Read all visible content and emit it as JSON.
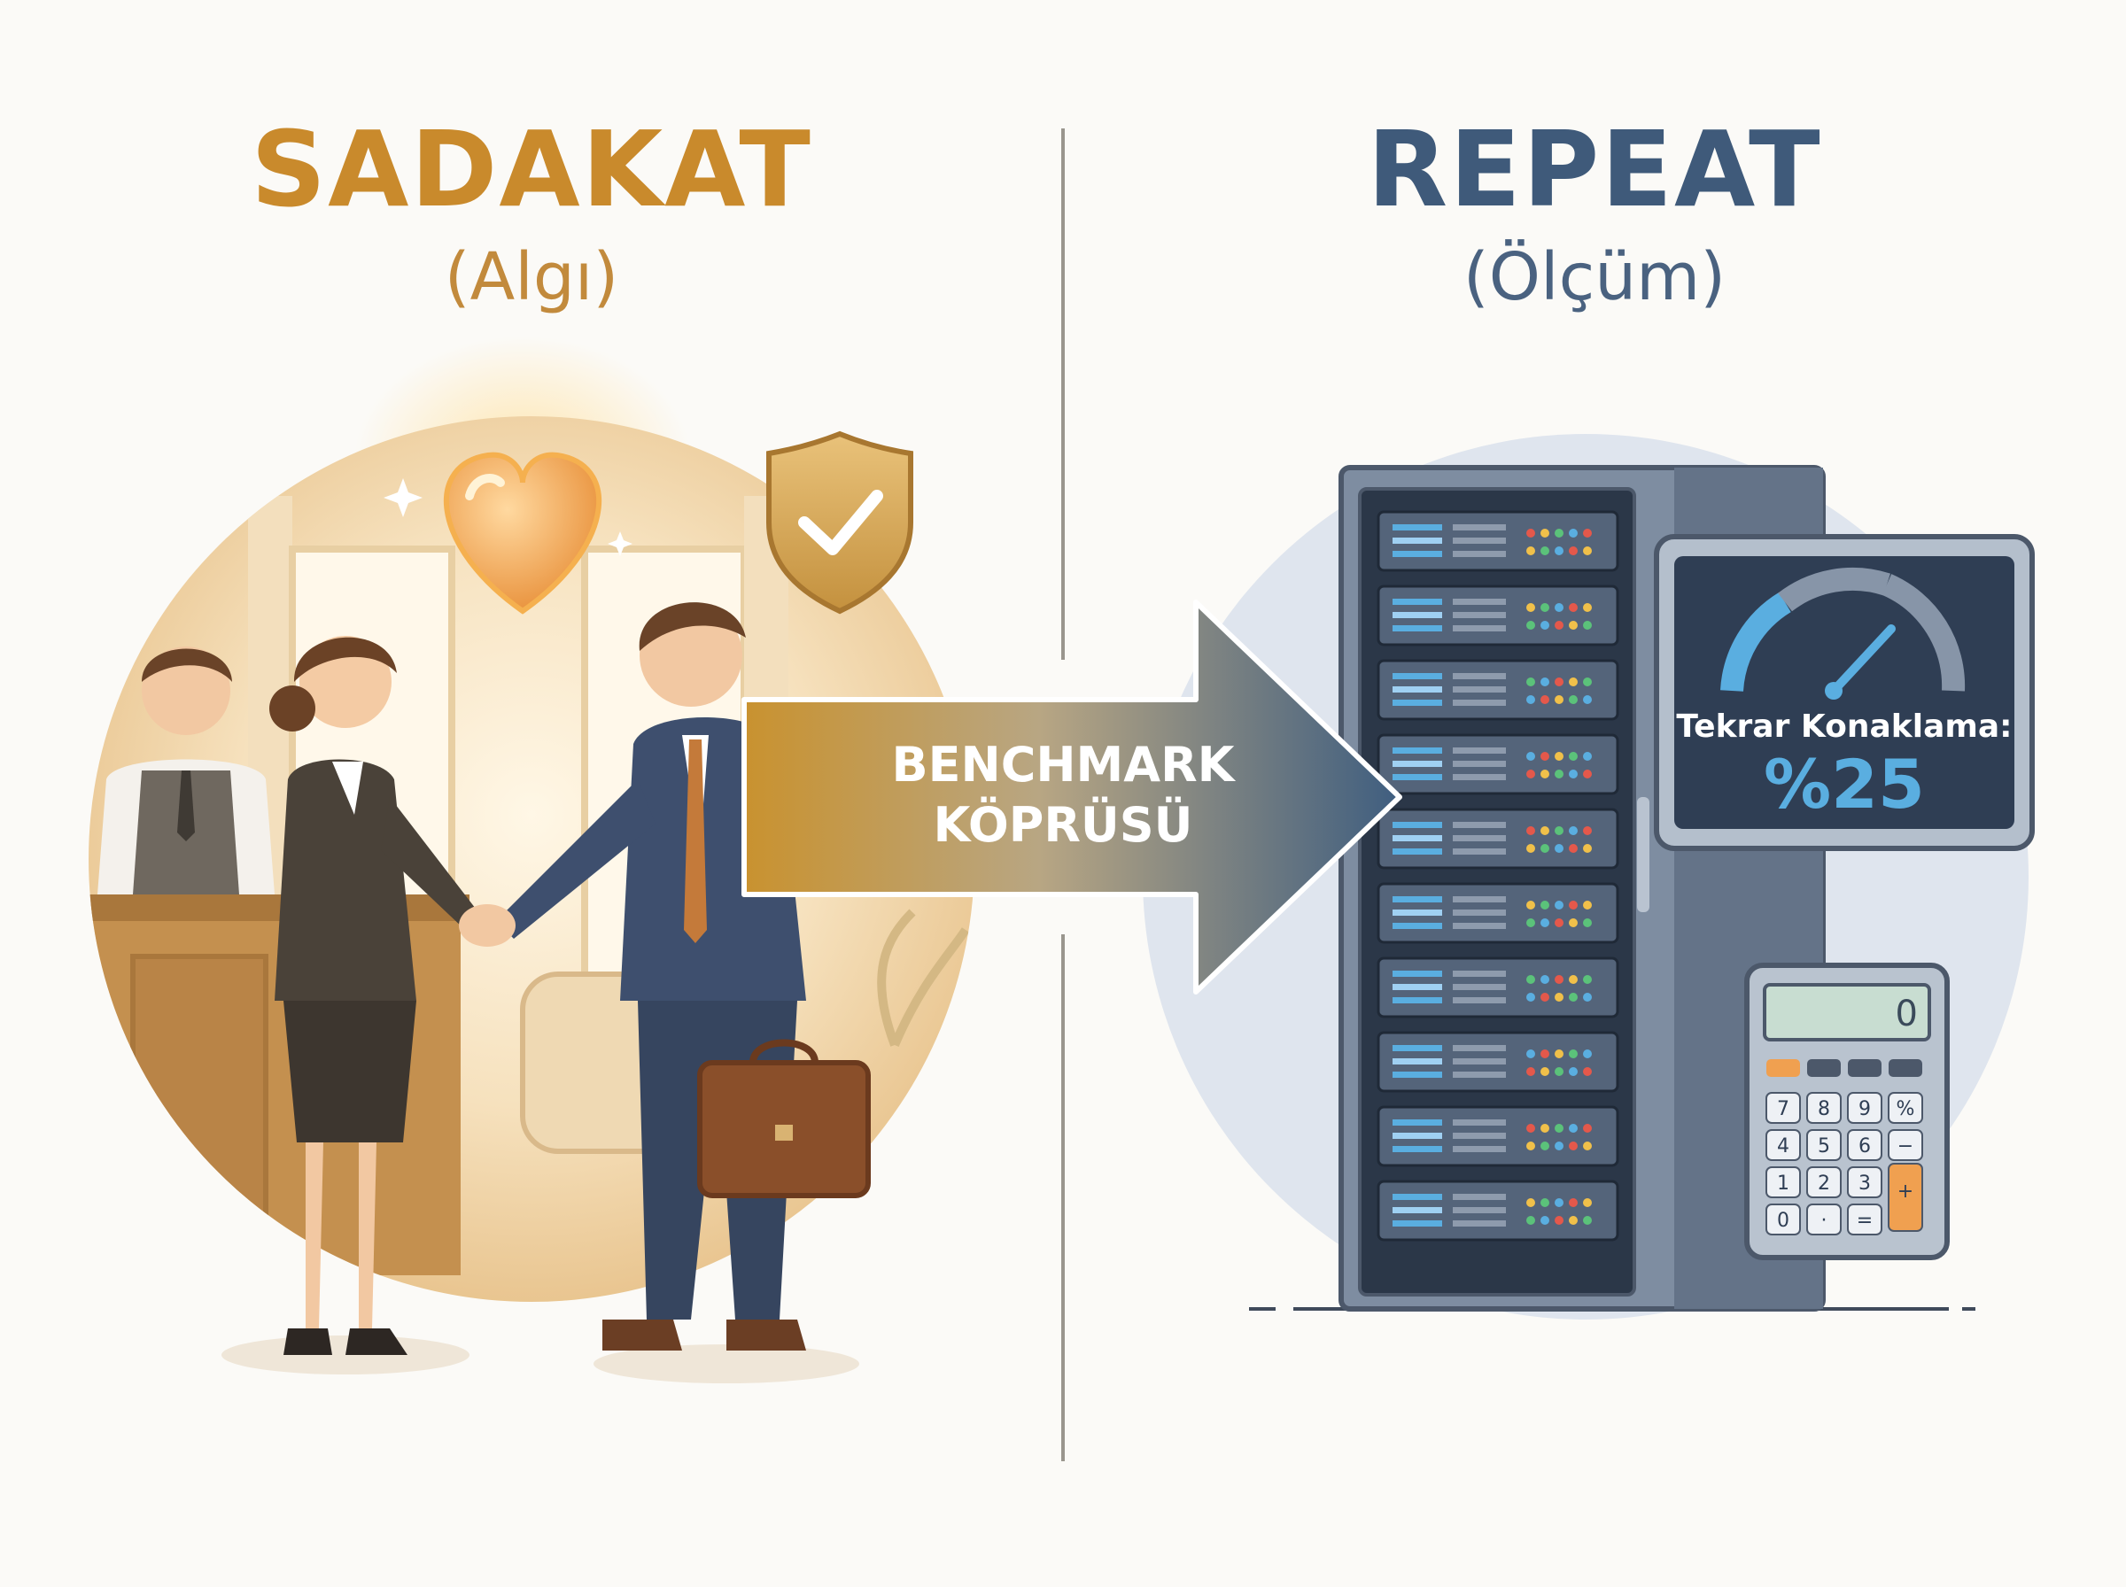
{
  "left": {
    "title": "SADAKAT",
    "subtitle": "(Algı)"
  },
  "right": {
    "title": "REPEAT",
    "subtitle": "(Ölçüm)"
  },
  "bridge": {
    "line1": "BENCHMARK",
    "line2": "KÖPRÜSÜ"
  },
  "monitor": {
    "label": "Tekrar Konaklama:",
    "value": "%25"
  },
  "calculator": {
    "display": "0",
    "keys": [
      "7",
      "8",
      "9",
      "%",
      "4",
      "5",
      "6",
      "−",
      "1",
      "2",
      "3",
      "+",
      "0",
      "·",
      "="
    ]
  },
  "icons": [
    "heart-icon",
    "shield-check-icon",
    "gauge-icon",
    "sparkle-icon"
  ],
  "colors": {
    "gold": "#c98a2c",
    "navy": "#3f5a7a",
    "teal": "#5aaee0",
    "orange": "#f0a050"
  }
}
